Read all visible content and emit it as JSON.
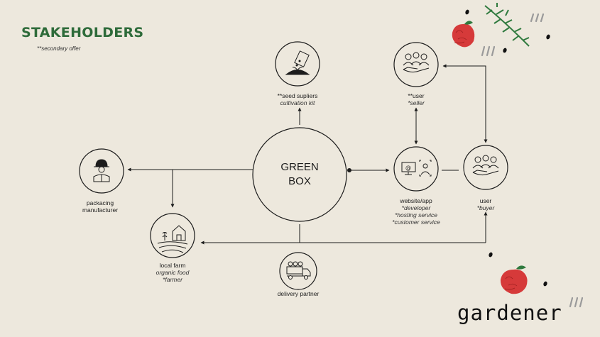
{
  "header": {
    "title": "STAKEHOLDERS",
    "subtitle": "**secondary offer"
  },
  "center": {
    "line1": "GREEN",
    "line2": "BOX"
  },
  "nodes": {
    "seed": {
      "main": "**seed supliers",
      "sub1": "cultivation kit"
    },
    "user_seller": {
      "main": "**user",
      "sub1": "*seller"
    },
    "packaging": {
      "main1": "packacing",
      "main2": "manufacturer"
    },
    "website": {
      "main": "website/app",
      "sub1": "*developer",
      "sub2": "*hosting service",
      "sub3": "*customer service"
    },
    "user_buyer": {
      "main": "user",
      "sub1": "*buyer"
    },
    "farm": {
      "main": "local farm",
      "sub1": "organic food",
      "sub2": "*farmer"
    },
    "delivery": {
      "main": "delivery partner"
    }
  },
  "logo": "gardener",
  "colors": {
    "background": "#ede8dd",
    "title_green": "#2e6b3a",
    "apple_red": "#d63a3a",
    "leaf_green": "#2f7a3e"
  }
}
